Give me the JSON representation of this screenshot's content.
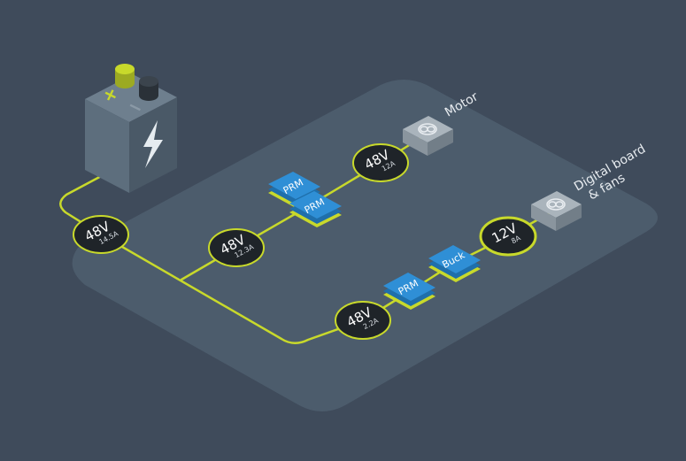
{
  "colors": {
    "background": "#3f4b5b",
    "platform": "#4c5c6c",
    "wire": "#c8d92b",
    "node_fill": "#1f2429",
    "block_blue": "#2f8fd6",
    "block_dark": "#1f6fab",
    "battery_face": "#5d6e7d",
    "battery_side": "#4a5967",
    "terminal_positive": "#c8d92b"
  },
  "battery": {
    "positive_symbol": "+",
    "negative_symbol": "−",
    "bolt_icon": "lightning-bolt-icon"
  },
  "nodes": {
    "source": {
      "voltage": "48V",
      "current": "14.5A"
    },
    "upper_branch": {
      "voltage": "48V",
      "current": "12.3A"
    },
    "motor_feed": {
      "voltage": "48V",
      "current": "12A"
    },
    "lower_branch": {
      "voltage": "48V",
      "current": "2.2A"
    },
    "board_feed": {
      "voltage": "12V",
      "current": "8A"
    }
  },
  "blocks": {
    "prm_upper_1": "PRM",
    "prm_upper_2": "PRM",
    "prm_lower": "PRM",
    "buck": "Buck"
  },
  "loads": {
    "motor": {
      "label": "Motor",
      "icon": "fan-icon"
    },
    "board": {
      "label_line1": "Digital board",
      "label_line2": "& fans",
      "icon": "fan-icon"
    }
  }
}
